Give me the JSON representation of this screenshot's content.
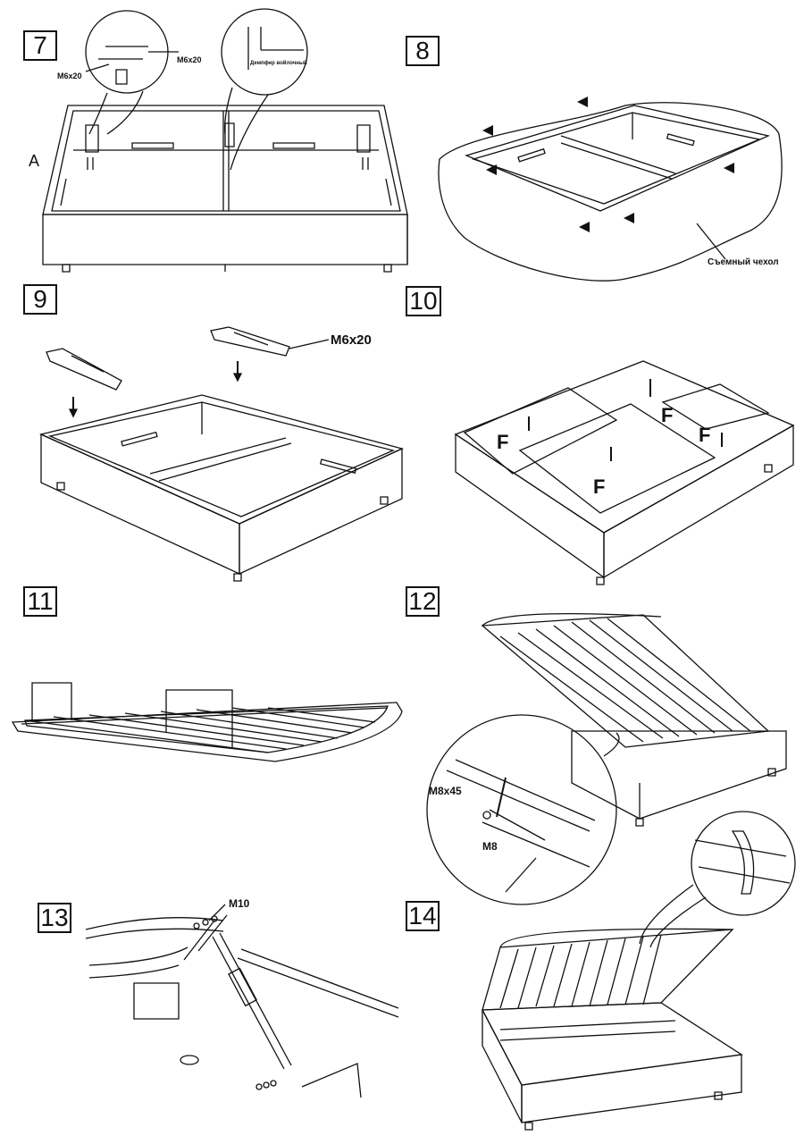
{
  "steps": {
    "s7": {
      "number": "7",
      "label_a": "A",
      "bolt1": "M6x20",
      "bolt2": "M6x20",
      "damper": "Демпфер войлочный"
    },
    "s8": {
      "number": "8",
      "cover_label": "Съемный чехол"
    },
    "s9": {
      "number": "9",
      "bolt": "M6x20"
    },
    "s10": {
      "number": "10",
      "panel_label": "F"
    },
    "s11": {
      "number": "11"
    },
    "s12": {
      "number": "12",
      "bolt": "M8x45",
      "nut": "M8"
    },
    "s13": {
      "number": "13",
      "bolt": "M10"
    },
    "s14": {
      "number": "14"
    }
  }
}
